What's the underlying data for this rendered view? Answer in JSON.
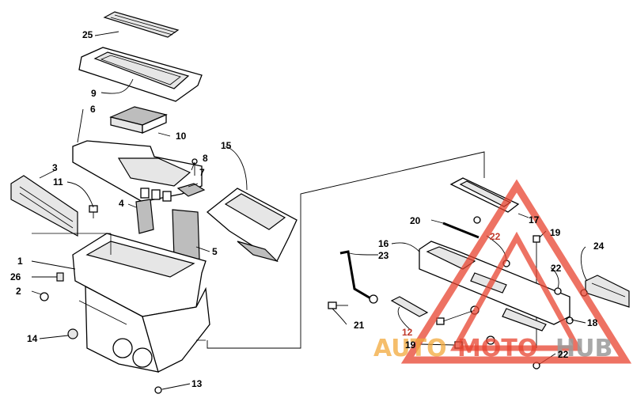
{
  "callouts": {
    "n25": "25",
    "n9": "9",
    "n6": "6",
    "n10": "10",
    "n15": "15",
    "n8": "8",
    "n7": "7",
    "n3": "3",
    "n11": "11",
    "n4": "4",
    "n5": "5",
    "n1": "1",
    "n26": "26",
    "n2": "2",
    "n14": "14",
    "n13": "13",
    "n17": "17",
    "n20": "20",
    "n22a": "22",
    "n19a": "19",
    "n16": "16",
    "n23": "23",
    "n24": "24",
    "n22b": "22",
    "n21": "21",
    "n12": "12",
    "n18": "18",
    "n19b": "19",
    "n22c": "22"
  },
  "watermark": {
    "part1": "AUTO",
    "part2": "MOTO",
    "part3": "HUB",
    "color_orange": "#f2a93b",
    "color_red": "#e8432f",
    "color_grey": "#b0b0b0"
  }
}
